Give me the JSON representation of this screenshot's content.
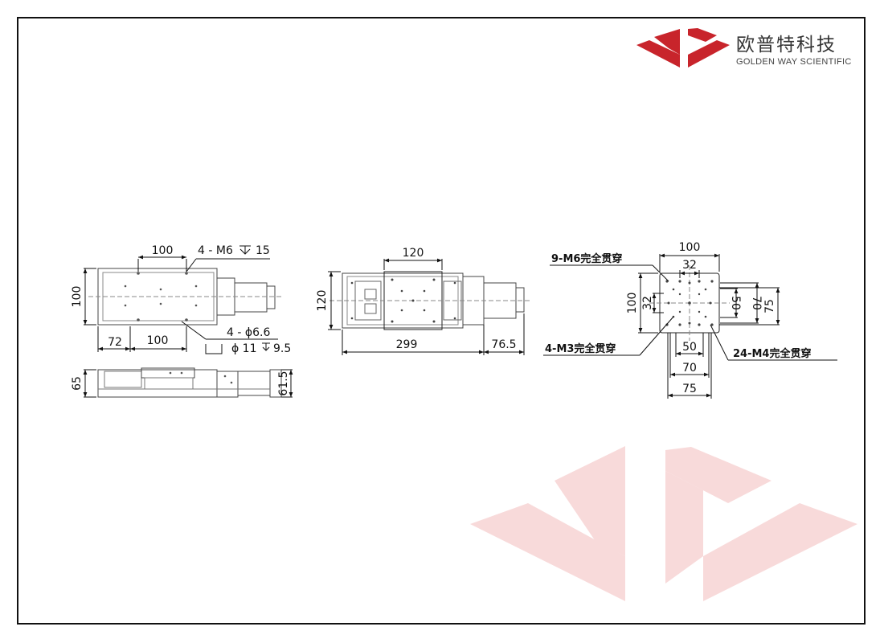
{
  "brand": {
    "name_cn": "欧普特科技",
    "name_en": "GOLDEN WAY SCIENTIFIC",
    "colors": {
      "primary": "#c8242b",
      "watermark": "#f8dada"
    }
  },
  "side_view": {
    "dim_top": "100",
    "dim_left": "100",
    "dim_bottom_a": "72",
    "dim_bottom_b": "100",
    "note_tap": "4 - M6",
    "note_tap_depth": "15",
    "note_hole": "4 - ϕ6.6",
    "note_cbore_dia": "ϕ 11",
    "note_cbore_depth": "9.5"
  },
  "front_view": {
    "dim_height": "65",
    "dim_motor": "61.5"
  },
  "top_view": {
    "dim_width": "120",
    "dim_height": "120",
    "dim_length": "299",
    "dim_motor": "76.5"
  },
  "carriage_view": {
    "dim_width": "100",
    "dim_32_top": "32",
    "dim_height": "100",
    "dim_32_left": "32",
    "dim_50_right": "50",
    "dim_70_right": "70",
    "dim_75_right": "75",
    "dim_50_bottom": "50",
    "dim_70_bottom": "70",
    "dim_75_bottom": "75",
    "note_m6": "9-M6完全贯穿",
    "note_m3": "4-M3完全贯穿",
    "note_m4": "24-M4完全贯穿"
  }
}
